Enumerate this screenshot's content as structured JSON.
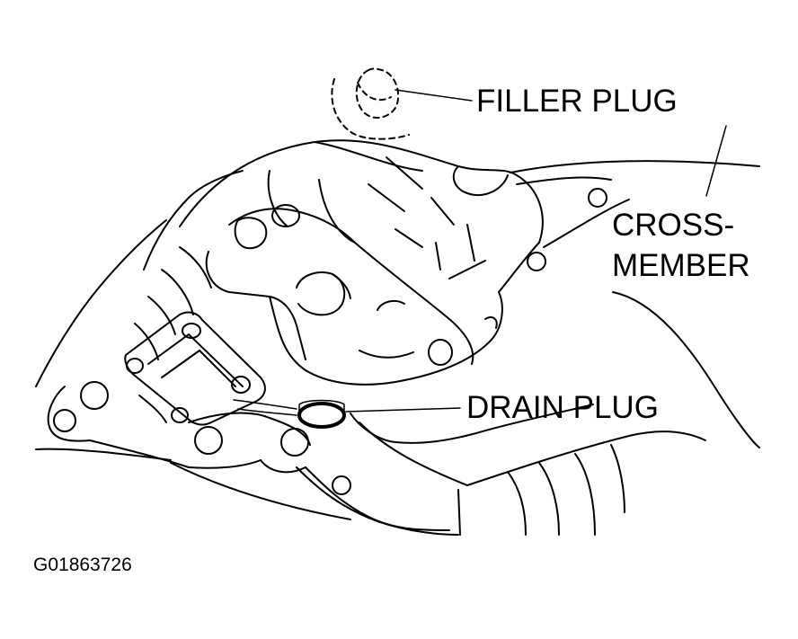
{
  "labels": {
    "filler_plug": "FILLER PLUG",
    "crossmember_line1": "CROSS-",
    "crossmember_line2": "MEMBER",
    "drain_plug": "DRAIN PLUG"
  },
  "figure_id": "G01863726"
}
